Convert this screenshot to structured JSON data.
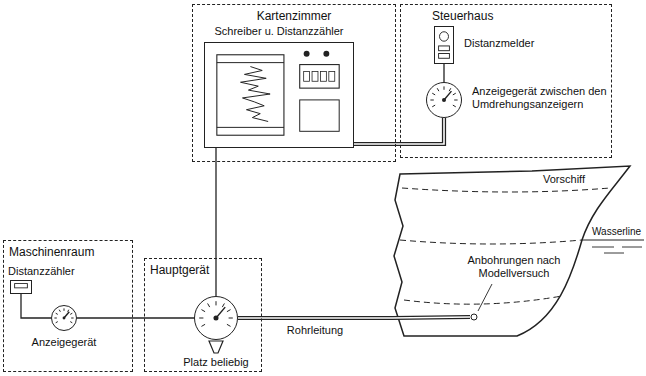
{
  "diagram": {
    "nodes": [
      {
        "text": [
          "Kartenzimmer"
        ]
      },
      {
        "text": [
          "Schreiber u. Distanzzähler"
        ],
        "in": 0
      },
      {
        "text": [
          "Steuerhaus"
        ]
      },
      {
        "text": [
          "Distanzmelder"
        ],
        "in": 2
      },
      {
        "text": [
          "Anzeigegerät zwischen den Umdrehungsanzeigern"
        ],
        "in": 2
      },
      {
        "text": [
          "Maschinenraum"
        ]
      },
      {
        "text": [
          "Distanzzähler"
        ],
        "in": 5
      },
      {
        "text": [
          "Anzeigegerät"
        ],
        "in": 5
      },
      {
        "text": [
          "Hauptgerät"
        ]
      },
      {
        "text": [
          "Platz beliebig"
        ],
        "in": 8
      },
      {
        "text": [
          "Vorschiff"
        ]
      }
    ],
    "edges": [
      {
        "from": 1,
        "to": 4,
        "arrow": "none"
      },
      {
        "from": 3,
        "to": 4,
        "arrow": "none"
      },
      {
        "from": 1,
        "to": 9,
        "arrow": "none"
      },
      {
        "from": 6,
        "to": 7,
        "arrow": "none"
      },
      {
        "from": 7,
        "to": 9,
        "arrow": "none"
      },
      {
        "from": 9,
        "to": 10,
        "label": "Rohrleitung",
        "arrow": "none"
      }
    ],
    "labels": [
      "Wasserline",
      "Anbohrungen nach Modellversuch"
    ]
  }
}
